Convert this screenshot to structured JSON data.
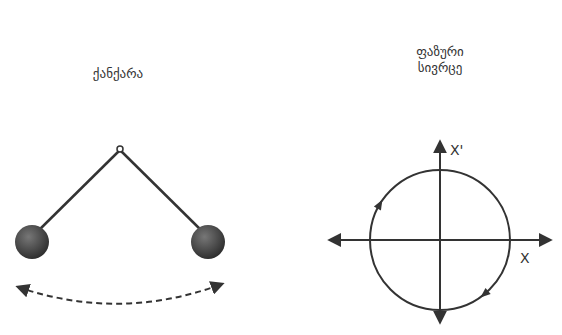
{
  "diagram": {
    "labels": [
      "ქანქარა",
      "ფაზური სივრცე",
      "X'",
      "X"
    ]
  }
}
